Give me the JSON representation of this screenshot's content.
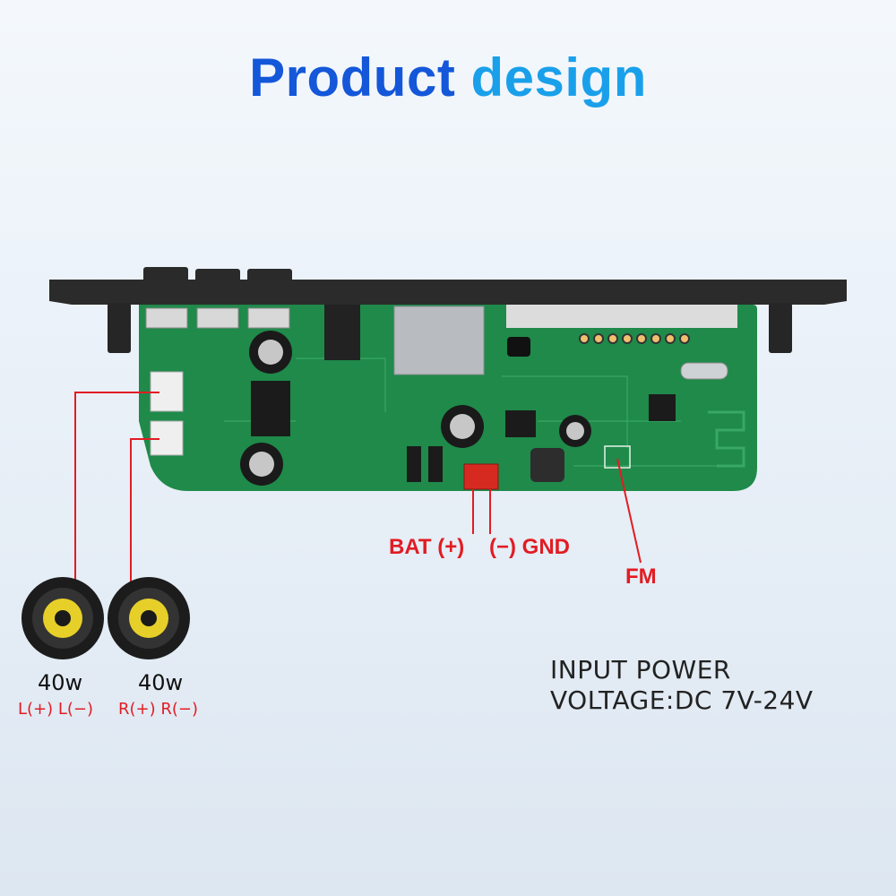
{
  "title": {
    "word1": "Product",
    "word2": "design"
  },
  "board_labels": {
    "bat_plus": "BAT (+)",
    "gnd_minus": "(−) GND",
    "fm": "FM"
  },
  "speakers": [
    {
      "power": "40w",
      "channel": "L(+) L(−)"
    },
    {
      "power": "40w",
      "channel": "R(+) R(−)"
    }
  ],
  "spec": {
    "line1": "INPUT POWER",
    "line2": "VOLTAGE:DC 7V-24V"
  },
  "colors": {
    "accent_red": "#e21c23",
    "title_blue": "#1457d9",
    "title_cyan": "#1aa0ea",
    "pcb_green": "#1f8a4a"
  }
}
